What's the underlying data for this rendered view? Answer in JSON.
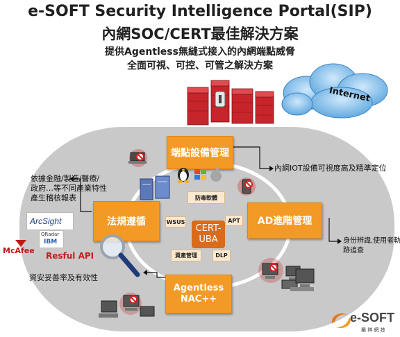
{
  "header": {
    "title_line1": "e-SOFT Security Intelligence Portal(SIP)",
    "title_line2": "內網SOC/CERT最佳解決方案",
    "subtitle_line1": "提供Agentless無縫式接入的內網端點威脅",
    "subtitle_line2": "全面可視、可控、可管之解決方案"
  },
  "cloud": {
    "label": "Internet"
  },
  "diagram": {
    "center": {
      "line1": "CERT-",
      "line2": "UBA"
    },
    "nodes": {
      "top": "端點設備管理",
      "left": "法規遵循",
      "right": "AD進階管理",
      "bottom_line1": "Agentless",
      "bottom_line2": "NAC++"
    },
    "modules": {
      "antivirus": "防毒軟體",
      "wsus": "WSUS",
      "apt": "APT",
      "asset": "資產管理",
      "dlp": "DLP"
    },
    "notes": {
      "top_right": "內網IOT設備可視度高及精準定位",
      "left_line1": "依據金融/製造/醫療/",
      "left_line2": "政府…等不同產業特性",
      "left_line3": "產生稽核報表",
      "right_line1": "身份辨識,使用者軌",
      "right_line2": "跡追查",
      "bottom_left": "資安妥善率及有效性"
    }
  },
  "integrations": {
    "arcsight": "ArcSight",
    "qradar": "QRadar",
    "ibm": "IBM",
    "mcafee": "McAfee",
    "api": "Resful API"
  },
  "brand": {
    "name": "e-SOFT",
    "chinese": "羅 祥 網 技"
  },
  "colors": {
    "orange": "#f39a26",
    "dark_orange": "#d96b1a",
    "cloud": "#6fb1e4",
    "firewall": "#c8242b",
    "mcafee_red": "#c01818",
    "api_red": "#c81e1e"
  }
}
